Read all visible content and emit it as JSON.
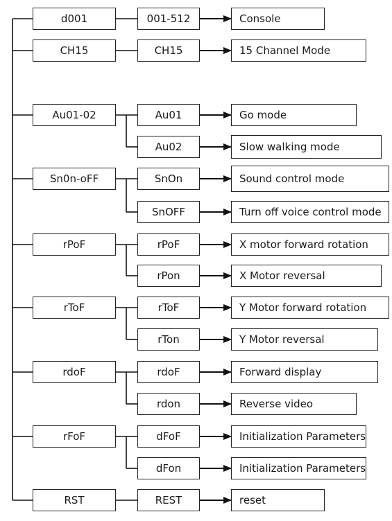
{
  "menu": [
    {
      "code": "d001",
      "options": [
        {
          "code": "001-512",
          "desc": "Console"
        }
      ]
    },
    {
      "code": "CH15",
      "options": [
        {
          "code": "CH15",
          "desc": "15 Channel Mode"
        }
      ]
    },
    {
      "code": "Au01-02",
      "options": [
        {
          "code": "Au01",
          "desc": "Go mode"
        },
        {
          "code": "Au02",
          "desc": "Slow walking mode"
        }
      ]
    },
    {
      "code": "Sn0n-oFF",
      "options": [
        {
          "code": "SnOn",
          "desc": "Sound control mode"
        },
        {
          "code": "SnOFF",
          "desc": "Turn off voice control mode"
        }
      ]
    },
    {
      "code": "rPoF",
      "options": [
        {
          "code": "rPoF",
          "desc": "X motor forward rotation"
        },
        {
          "code": "rPon",
          "desc": "X Motor reversal"
        }
      ]
    },
    {
      "code": "rToF",
      "options": [
        {
          "code": "rToF",
          "desc": "Y Motor forward rotation"
        },
        {
          "code": "rTon",
          "desc": "Y Motor reversal"
        }
      ]
    },
    {
      "code": "rdoF",
      "options": [
        {
          "code": "rdoF",
          "desc": "Forward display"
        },
        {
          "code": "rdon",
          "desc": "Reverse video"
        }
      ]
    },
    {
      "code": "rFoF",
      "options": [
        {
          "code": "dFoF",
          "desc": "Initialization  Parameters"
        },
        {
          "code": "dFon",
          "desc": "Initialization  Parameters"
        }
      ]
    },
    {
      "code": "RST",
      "options": [
        {
          "code": "REST",
          "desc": "reset"
        }
      ]
    }
  ]
}
